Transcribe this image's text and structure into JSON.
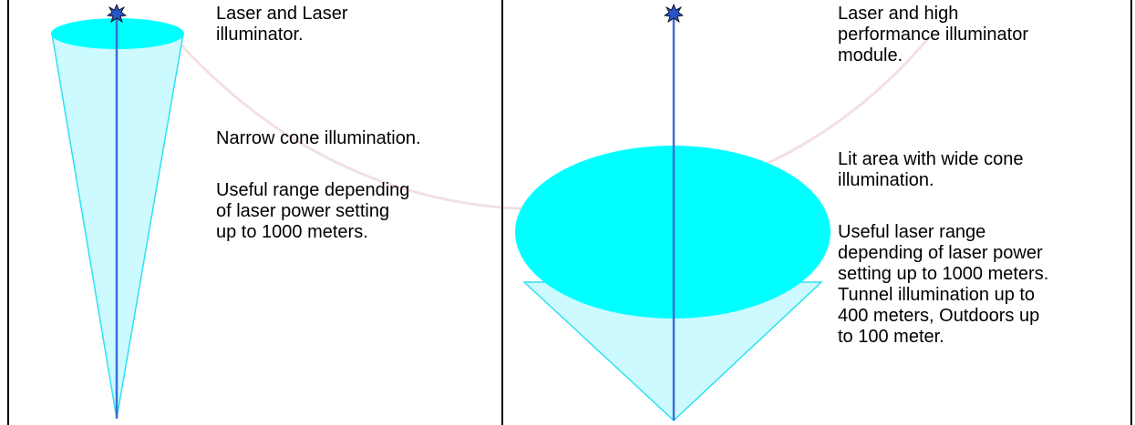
{
  "panels": {
    "left": {
      "text1": "Laser and Laser\nilluminator.",
      "text2": "Narrow cone illumination.",
      "text3": "Useful range depending\nof laser power setting\nup to 1000 meters."
    },
    "right": {
      "text1": "Laser and high\nperformance illuminator\nmodule.",
      "text2": "Lit area with wide cone\nillumination.",
      "text3": "Useful laser range\ndepending of laser power\nsetting up to 1000 meters.\nTunnel illumination up to\n400 meters, Outdoors up\nto 100 meter."
    }
  },
  "colors": {
    "beam": "#3d6fd6",
    "lit_area": "#00ffff",
    "cone_fill": "#ccfaff",
    "cone_edge": "#30e0f0",
    "emitter": "#2a55c8",
    "border": "#000000",
    "watermark": "#f2dada"
  },
  "icons": {
    "emitter": "starburst-icon"
  }
}
